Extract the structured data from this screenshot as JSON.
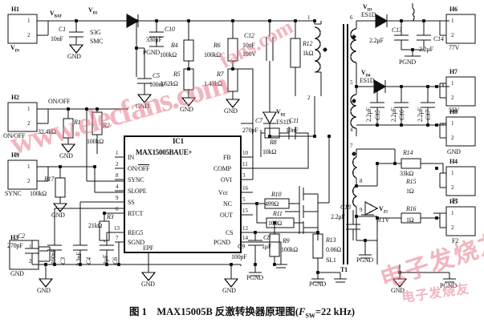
{
  "figure": {
    "caption": "图 1   MAX15005B 反激转换器原理图(FSW=22 kHz)",
    "caption_prefix": "图 1",
    "caption_title": "MAX15005B 反激转换器原理图",
    "caption_param": "(FSW=22 kHz)"
  },
  "ic": {
    "ref": "IC1",
    "part": "MAX15005BAUE+",
    "left_pins": [
      {
        "num": "1",
        "name": "IN"
      },
      {
        "num": "2",
        "name": "ON/OFF"
      },
      {
        "num": "8",
        "name": "SYNC"
      },
      {
        "num": "4",
        "name": "SLOPE"
      },
      {
        "num": "9",
        "name": "SS"
      },
      {
        "num": "6",
        "name": "RTCT"
      },
      {
        "num": "13",
        "name": "REG5"
      },
      {
        "num": "7",
        "name": "SGND"
      },
      {
        "num": "",
        "name": "EPF"
      }
    ],
    "right_pins": [
      {
        "num": "10",
        "name": "FB"
      },
      {
        "num": "11",
        "name": "COMP"
      },
      {
        "num": "3",
        "name": "OVI"
      },
      {
        "num": "16",
        "name": "Vcc"
      },
      {
        "num": "5",
        "name": "NC"
      },
      {
        "num": "15",
        "name": "OUT"
      },
      {
        "num": "12",
        "name": "CS"
      },
      {
        "num": "14",
        "name": "PGND"
      }
    ]
  },
  "connectors": [
    {
      "ref": "H1",
      "caption": "VIN",
      "pins": [
        "1",
        "2"
      ],
      "net": "VBAT"
    },
    {
      "ref": "H2",
      "caption": "ON/OFF",
      "pins": [
        "1",
        "2"
      ],
      "net": "ON/OFF"
    },
    {
      "ref": "H9",
      "caption": "SYNC",
      "pins": [
        "1",
        "2"
      ],
      "net": "SYNC"
    },
    {
      "ref": "H3",
      "caption": "GND",
      "pins": [
        "1",
        "2"
      ],
      "net": ""
    },
    {
      "ref": "H6",
      "caption": "77V",
      "pins": [
        "1",
        "2"
      ],
      "net": ""
    },
    {
      "ref": "H7",
      "caption": "55V",
      "pins": [
        "1",
        "2"
      ],
      "net": ""
    },
    {
      "ref": "H8",
      "caption": "GND",
      "pins": [
        "1",
        "2"
      ],
      "net": ""
    },
    {
      "ref": "H4",
      "caption": "F1",
      "pins": [
        "1",
        "2"
      ],
      "net": ""
    },
    {
      "ref": "H5",
      "caption": "F2",
      "pins": [
        "1",
        "2"
      ],
      "net": ""
    }
  ],
  "resistors": [
    {
      "ref": "R1",
      "value": "32.4kΩ"
    },
    {
      "ref": "R2",
      "value": "100kΩ"
    },
    {
      "ref": "R3",
      "value": "21kΩ"
    },
    {
      "ref": "R4",
      "value": "100kΩ"
    },
    {
      "ref": "R5",
      "value": "1.62kΩ"
    },
    {
      "ref": "R6",
      "value": "100kΩ"
    },
    {
      "ref": "R7",
      "value": "1.43kΩ"
    },
    {
      "ref": "R8",
      "value": "10kΩ"
    },
    {
      "ref": "R9",
      "value": "100kΩ"
    },
    {
      "ref": "R10",
      "value": "499Ω"
    },
    {
      "ref": "R11",
      "value": "100Ω"
    },
    {
      "ref": "R12",
      "value": "1kΩ"
    },
    {
      "ref": "R13",
      "value": "0.06Ω"
    },
    {
      "ref": "R14",
      "value": "33kΩ"
    },
    {
      "ref": "R15",
      "value": "1Ω"
    },
    {
      "ref": "R16",
      "value": "1Ω"
    },
    {
      "ref": "R17",
      "value": "100kΩ"
    }
  ],
  "capacitors": [
    {
      "ref": "C1",
      "value": "10nF"
    },
    {
      "ref": "C2",
      "value": "270pF"
    },
    {
      "ref": "C3",
      "value": "100nF"
    },
    {
      "ref": "C4",
      "value": "2.3nF"
    },
    {
      "ref": "C5",
      "value": "100nF"
    },
    {
      "ref": "C6",
      "value": "1μF"
    },
    {
      "ref": "C7",
      "value": "270pF"
    },
    {
      "ref": "C8",
      "value": "1μF"
    },
    {
      "ref": "C9",
      "value": "100pF"
    },
    {
      "ref": "C10",
      "value": "330μF"
    },
    {
      "ref": "C11",
      "value": "10nF"
    },
    {
      "ref": "C12",
      "value": "10nF 100V"
    },
    {
      "ref": "C13",
      "value": "2.2μF"
    },
    {
      "ref": "C14",
      "value": "2.2μF"
    },
    {
      "ref": "C15",
      "value": "2.2μF"
    },
    {
      "ref": "C16",
      "value": "2.2μF"
    },
    {
      "ref": "C17",
      "value": "2.2μF"
    },
    {
      "ref": "C18",
      "value": "2.2μF"
    }
  ],
  "diodes": [
    {
      "ref": "VD1",
      "part": "S3G SMC"
    },
    {
      "ref": "VD2",
      "part": "ES1D"
    },
    {
      "ref": "VD3",
      "part": "ES1D"
    },
    {
      "ref": "VD4",
      "part": "ES1D"
    },
    {
      "ref": "VZ1",
      "part": "9.1V"
    }
  ],
  "transformer": {
    "ref": "T1",
    "primary_pins": [
      "1",
      "2"
    ],
    "secondary_pins": [
      "6",
      "5",
      "4",
      "7",
      "8",
      "9"
    ]
  },
  "nets": [
    "VBAT",
    "GND",
    "PGND",
    "SL1",
    "ON/OFF",
    "SYNC"
  ],
  "ground_symbols": {
    "gnd": "GND",
    "pgnd": "PGND"
  },
  "test_point": "SL1",
  "watermarks": {
    "w1": "www.elecfans.com",
    "w2": "fans.com",
    "w3": "电子发烧友",
    "w4": "电子发烧友"
  },
  "colors": {
    "line": "#111111",
    "background": "#ffffff",
    "watermark": "#e8788c"
  }
}
